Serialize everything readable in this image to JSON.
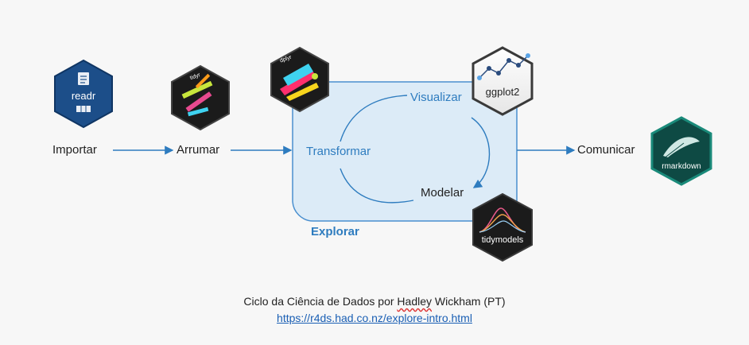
{
  "steps": {
    "importar": "Importar",
    "arrumar": "Arrumar",
    "transformar": "Transformar",
    "visualizar": "Visualizar",
    "modelar": "Modelar",
    "explorar": "Explorar",
    "comunicar": "Comunicar"
  },
  "logos": {
    "readr": "readr",
    "tidyr": "tidyr",
    "dplyr": "dplyr",
    "ggplot2": "ggplot2",
    "tidymodels": "tidymodels",
    "rmarkdown": "rmarkdown"
  },
  "caption": {
    "line_before": "Ciclo da Ciência de Dados por ",
    "author": "Hadley",
    "line_after": " Wickham (PT)",
    "link": "https://r4ds.had.co.nz/explore-intro.html"
  },
  "colors": {
    "flow": "#2e7cbf",
    "explore_box_fill": "#dcebf7",
    "explore_box_stroke": "#4a8fcf"
  }
}
